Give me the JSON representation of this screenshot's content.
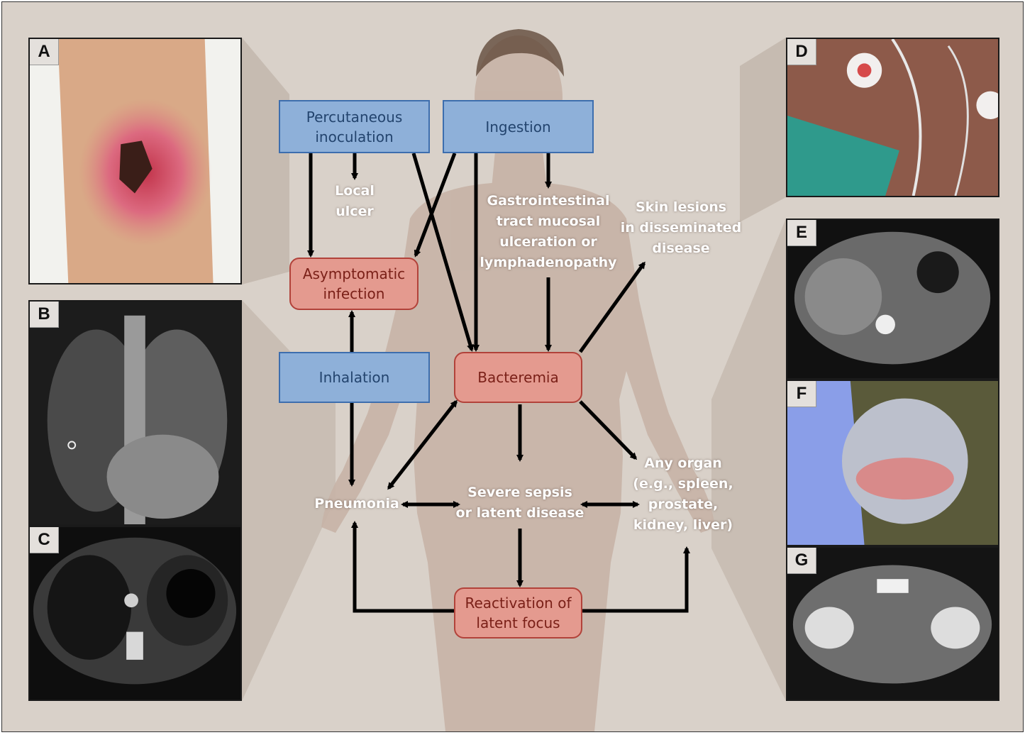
{
  "panels": {
    "a": "A",
    "b": "B",
    "c": "C",
    "d": "D",
    "e": "E",
    "f": "F",
    "g": "G"
  },
  "routes": {
    "percutaneous": "Percutaneous\ninoculation",
    "ingestion": "Ingestion",
    "inhalation": "Inhalation"
  },
  "states": {
    "asymptomatic": "Asymptomatic\ninfection",
    "bacteremia": "Bacteremia",
    "reactivation": "Reactivation of\nlatent focus"
  },
  "outcomes": {
    "local_ulcer": "Local\nulcer",
    "gi_tract": "Gastrointestinal\ntract mucosal\nulceration or\nlymphadenopathy",
    "skin_lesions": "Skin lesions\nin disseminated\ndisease",
    "pneumonia": "Pneumonia",
    "severe_sepsis": "Severe sepsis\nor latent disease",
    "any_organ": "Any organ\n(e.g., spleen,\nprostate,\nkidney, liver)"
  },
  "colors": {
    "route_fill": "#8eb0d9",
    "route_border": "#3d6eae",
    "state_fill": "#e49a8f",
    "state_border": "#b2423a",
    "arrow": "#000000",
    "background": "#d9d1c9"
  }
}
